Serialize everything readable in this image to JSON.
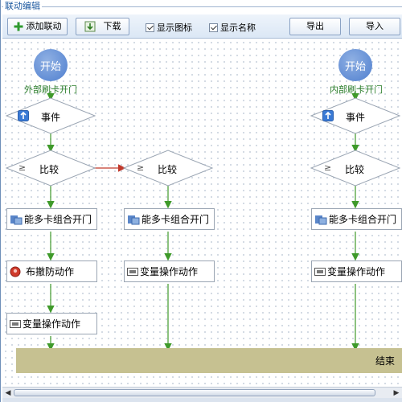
{
  "panel": {
    "title": "联动编辑"
  },
  "toolbar": {
    "add_label": "添加联动",
    "download_label": "下载",
    "show_icon_label": "显示图标",
    "show_icon_checked": true,
    "show_name_label": "显示名称",
    "show_name_checked": true,
    "export_label": "导出",
    "import_label": "导入"
  },
  "flow": {
    "start_text": "开始",
    "left": {
      "start_label": "外部刷卡开门",
      "event": "事件",
      "compare": "比较",
      "multi_card": "能多卡组合开门",
      "arm_action": "布撤防动作",
      "var_action": "变量操作动作"
    },
    "middle": {
      "compare": "比较",
      "multi_card": "能多卡组合开门",
      "var_action": "变量操作动作"
    },
    "right": {
      "start_label": "内部刷卡开门",
      "event": "事件",
      "compare": "比较",
      "multi_card": "能多卡组合开门",
      "var_action": "变量操作动作"
    },
    "end_text": "结束"
  },
  "colors": {
    "connector": "#3f9a2a",
    "branch_connector": "#c0392b",
    "start_node": "#5b86d2",
    "end_bar": "#c6c191"
  }
}
